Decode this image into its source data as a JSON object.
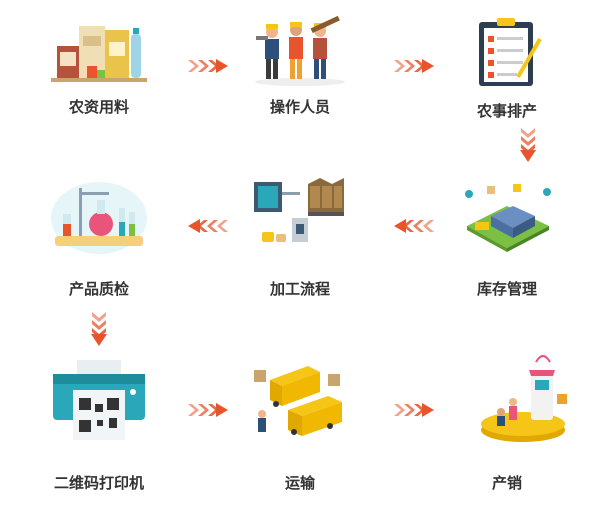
{
  "steps": [
    {
      "label": "农资用料",
      "icon": "farm-supplies-icon"
    },
    {
      "label": "操作人员",
      "icon": "workers-icon"
    },
    {
      "label": "农事排产",
      "icon": "schedule-checklist-icon"
    },
    {
      "label": "库存管理",
      "icon": "warehouse-icon"
    },
    {
      "label": "加工流程",
      "icon": "processing-plant-icon"
    },
    {
      "label": "产品质检",
      "icon": "lab-flask-icon"
    },
    {
      "label": "二维码打印机",
      "icon": "qr-printer-icon"
    },
    {
      "label": "运输",
      "icon": "delivery-trucks-icon"
    },
    {
      "label": "产销",
      "icon": "retail-store-icon"
    }
  ],
  "colors": {
    "arrow": "#e8542b",
    "text": "#333333",
    "yellow": "#f5c518",
    "teal": "#2aa7b8",
    "green": "#7bc043"
  }
}
